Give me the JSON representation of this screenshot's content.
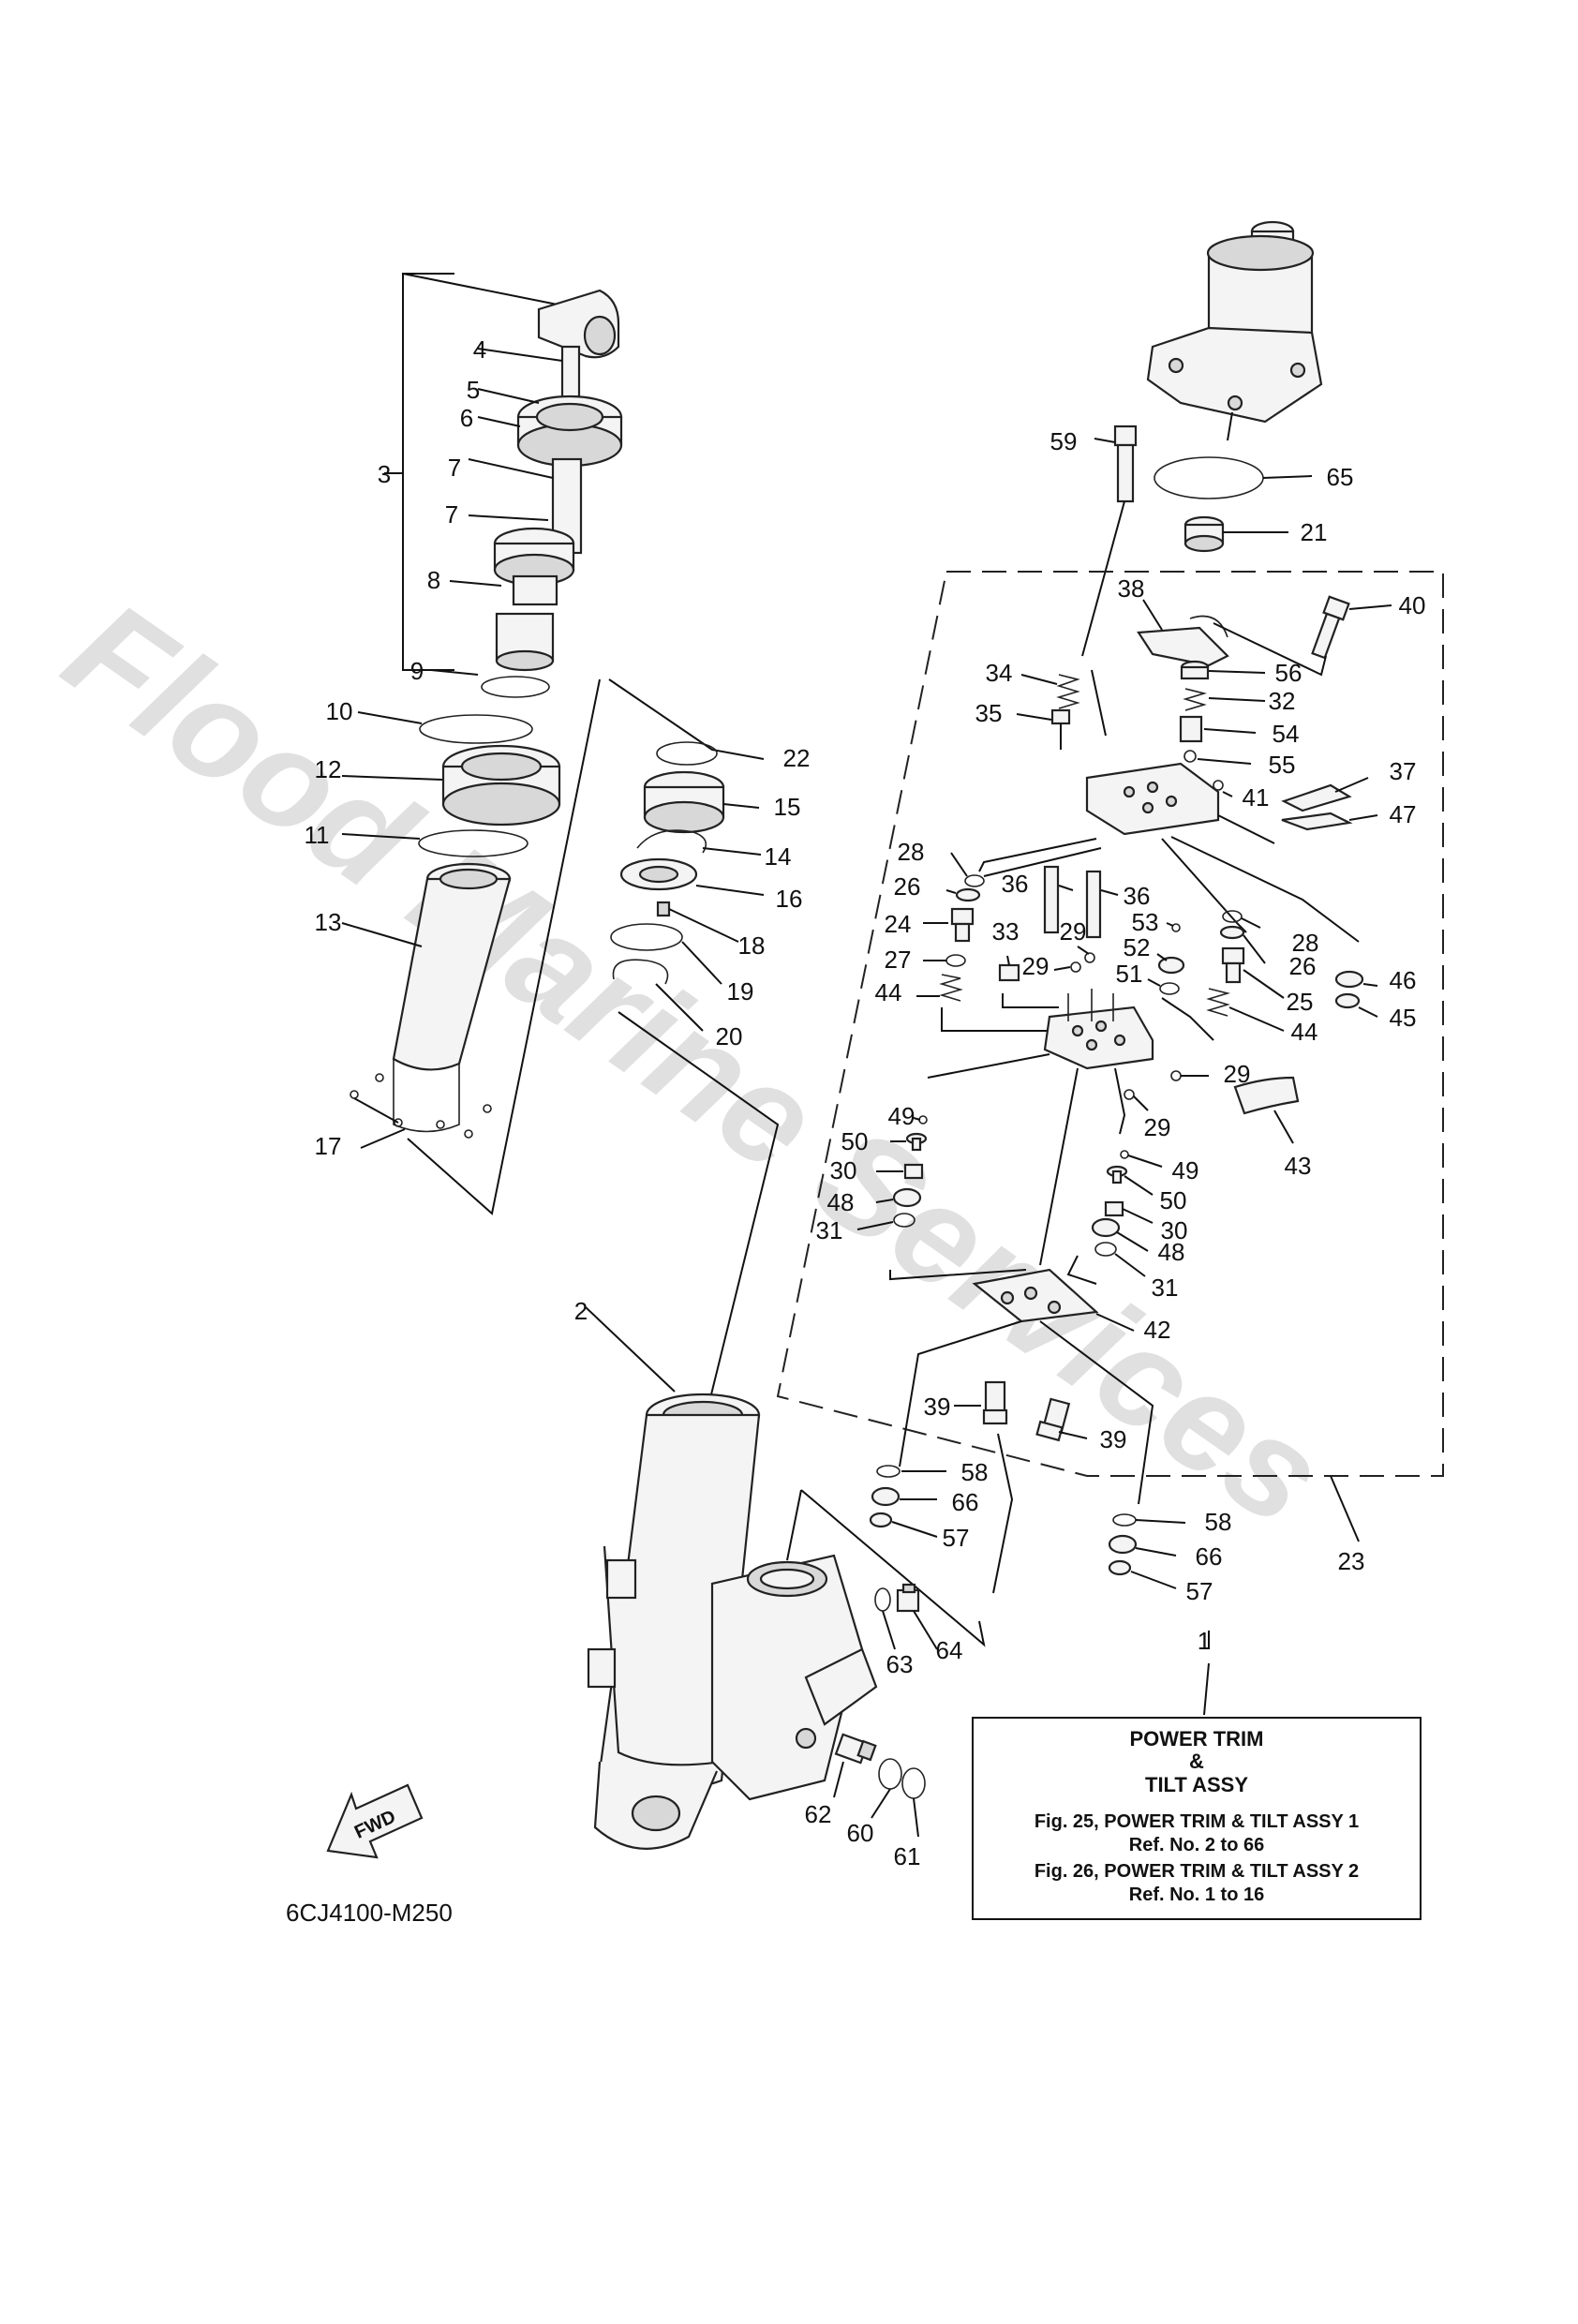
{
  "figure_code": "6CJ4100-M250",
  "fwd_label": "FWD",
  "watermark": "Flood Marine Services",
  "info_box": {
    "title_line1": "POWER TRIM",
    "title_line2": "&",
    "title_line3": "TILT ASSY",
    "ref1": "Fig. 25, POWER TRIM & TILT ASSY 1",
    "ref1_nums": "Ref. No. 2 to 66",
    "ref2": "Fig. 26, POWER TRIM & TILT ASSY 2",
    "ref2_nums": "Ref. No. 1 to 16"
  },
  "callouts": [
    {
      "n": "1"
    },
    {
      "n": "2"
    },
    {
      "n": "3"
    },
    {
      "n": "4"
    },
    {
      "n": "5"
    },
    {
      "n": "6"
    },
    {
      "n": "7"
    },
    {
      "n": "7"
    },
    {
      "n": "8"
    },
    {
      "n": "9"
    },
    {
      "n": "10"
    },
    {
      "n": "11"
    },
    {
      "n": "12"
    },
    {
      "n": "13"
    },
    {
      "n": "14"
    },
    {
      "n": "15"
    },
    {
      "n": "16"
    },
    {
      "n": "17"
    },
    {
      "n": "18"
    },
    {
      "n": "19"
    },
    {
      "n": "20"
    },
    {
      "n": "21"
    },
    {
      "n": "22"
    },
    {
      "n": "23"
    },
    {
      "n": "24"
    },
    {
      "n": "25"
    },
    {
      "n": "26"
    },
    {
      "n": "26"
    },
    {
      "n": "27"
    },
    {
      "n": "28"
    },
    {
      "n": "28"
    },
    {
      "n": "29"
    },
    {
      "n": "29"
    },
    {
      "n": "29"
    },
    {
      "n": "29"
    },
    {
      "n": "30"
    },
    {
      "n": "30"
    },
    {
      "n": "31"
    },
    {
      "n": "31"
    },
    {
      "n": "32"
    },
    {
      "n": "33"
    },
    {
      "n": "34"
    },
    {
      "n": "35"
    },
    {
      "n": "36"
    },
    {
      "n": "36"
    },
    {
      "n": "37"
    },
    {
      "n": "38"
    },
    {
      "n": "39"
    },
    {
      "n": "39"
    },
    {
      "n": "40"
    },
    {
      "n": "41"
    },
    {
      "n": "42"
    },
    {
      "n": "43"
    },
    {
      "n": "44"
    },
    {
      "n": "44"
    },
    {
      "n": "45"
    },
    {
      "n": "46"
    },
    {
      "n": "47"
    },
    {
      "n": "48"
    },
    {
      "n": "48"
    },
    {
      "n": "49"
    },
    {
      "n": "49"
    },
    {
      "n": "50"
    },
    {
      "n": "50"
    },
    {
      "n": "51"
    },
    {
      "n": "52"
    },
    {
      "n": "53"
    },
    {
      "n": "54"
    },
    {
      "n": "55"
    },
    {
      "n": "56"
    },
    {
      "n": "57"
    },
    {
      "n": "57"
    },
    {
      "n": "58"
    },
    {
      "n": "58"
    },
    {
      "n": "59"
    },
    {
      "n": "60"
    },
    {
      "n": "61"
    },
    {
      "n": "62"
    },
    {
      "n": "63"
    },
    {
      "n": "64"
    },
    {
      "n": "65"
    },
    {
      "n": "66"
    },
    {
      "n": "66"
    }
  ]
}
